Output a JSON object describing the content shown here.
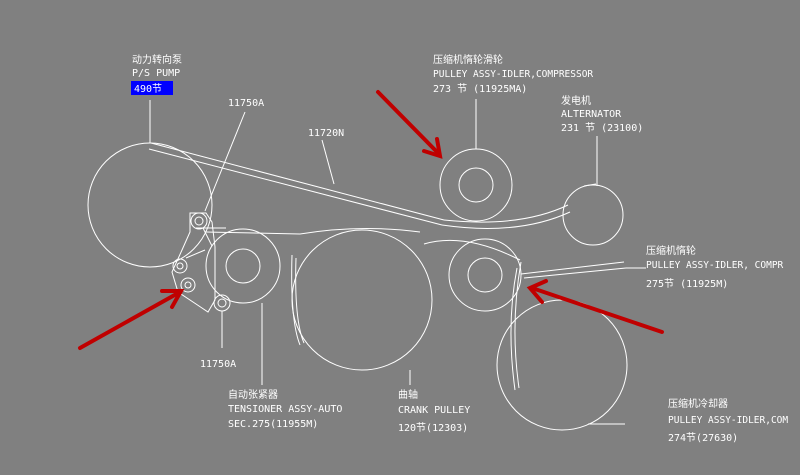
{
  "labels": {
    "ps_pump_cn": "动力转向泵",
    "ps_pump_en": "P/S PUMP",
    "ps_pump_size": "490节",
    "part_11750a_top": "11750A",
    "part_11720n": "11720N",
    "compressor_idler_cn": "压缩机惰轮滑轮",
    "compressor_idler_en": "PULLEY ASSY-IDLER,COMPRESSOR",
    "compressor_idler_size": "273 节 (11925MA)",
    "alternator_cn": "发电机",
    "alternator_en": "ALTERNATOR",
    "alternator_size": "231 节 (23100)",
    "idler2_cn": "压缩机惰轮",
    "idler2_en": "PULLEY ASSY-IDLER, COMPR",
    "idler2_size": "275节 (11925M)",
    "part_11750a_bottom": "11750A",
    "tensioner_cn": "自动张紧器",
    "tensioner_en": "TENSIONER ASSY-AUTO",
    "tensioner_size": "SEC.275(11955M)",
    "crank_cn": "曲轴",
    "crank_en": "CRANK PULLEY",
    "crank_size": "120节(12303)",
    "cooler_cn": "压缩机冷却器",
    "cooler_en": "PULLEY ASSY-IDLER,COM",
    "cooler_size": "274节(27630)"
  },
  "colors": {
    "background": "#808080",
    "linework": "#ffffff",
    "arrow": "#c00000",
    "highlight": "#0000ff"
  }
}
